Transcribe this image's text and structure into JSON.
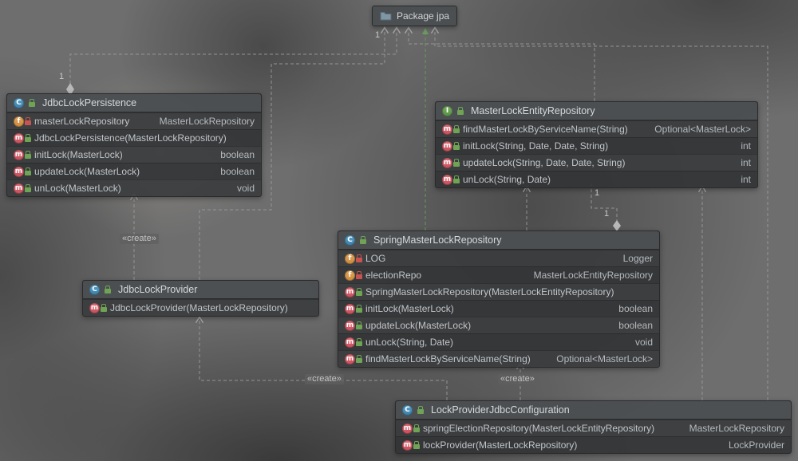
{
  "package_node": {
    "label": "Package jpa"
  },
  "edge_labels": {
    "create": "«create»",
    "one": "1"
  },
  "nodes": [
    {
      "id": "jdbc-lock-persistence",
      "kind": "class",
      "icon_letter": "C",
      "title": "JdbcLockPersistence",
      "rows": [
        {
          "member": "field",
          "visibility": "private",
          "name": "masterLockRepository",
          "type": "MasterLockRepository"
        },
        {
          "member": "constructor",
          "visibility": "public",
          "name": "JdbcLockPersistence(MasterLockRepository)",
          "type": ""
        },
        {
          "member": "method",
          "visibility": "public",
          "name": "initLock(MasterLock)",
          "type": "boolean"
        },
        {
          "member": "method",
          "visibility": "public",
          "name": "updateLock(MasterLock)",
          "type": "boolean"
        },
        {
          "member": "method",
          "visibility": "public",
          "name": "unLock(MasterLock)",
          "type": "void"
        }
      ]
    },
    {
      "id": "master-lock-entity-repository",
      "kind": "interface",
      "icon_letter": "I",
      "title": "MasterLockEntityRepository",
      "rows": [
        {
          "member": "method",
          "visibility": "public",
          "name": "findMasterLockByServiceName(String)",
          "type": "Optional<MasterLock>"
        },
        {
          "member": "method",
          "visibility": "public",
          "name": "initLock(String, Date, Date, String)",
          "type": "int"
        },
        {
          "member": "method",
          "visibility": "public",
          "name": "updateLock(String, Date, Date, String)",
          "type": "int"
        },
        {
          "member": "method",
          "visibility": "public",
          "name": "unLock(String, Date)",
          "type": "int"
        }
      ]
    },
    {
      "id": "spring-master-lock-repository",
      "kind": "class",
      "icon_letter": "C",
      "title": "SpringMasterLockRepository",
      "rows": [
        {
          "member": "field",
          "visibility": "private",
          "name": "LOG",
          "type": "Logger"
        },
        {
          "member": "field",
          "visibility": "private",
          "name": "electionRepo",
          "type": "MasterLockEntityRepository"
        },
        {
          "member": "constructor",
          "visibility": "public",
          "name": "SpringMasterLockRepository(MasterLockEntityRepository)",
          "type": ""
        },
        {
          "member": "method",
          "visibility": "public",
          "name": "initLock(MasterLock)",
          "type": "boolean"
        },
        {
          "member": "method",
          "visibility": "public",
          "name": "updateLock(MasterLock)",
          "type": "boolean"
        },
        {
          "member": "method",
          "visibility": "public",
          "name": "unLock(String, Date)",
          "type": "void"
        },
        {
          "member": "method",
          "visibility": "public",
          "name": "findMasterLockByServiceName(String)",
          "type": "Optional<MasterLock>"
        }
      ]
    },
    {
      "id": "jdbc-lock-provider",
      "kind": "class",
      "icon_letter": "C",
      "title": "JdbcLockProvider",
      "rows": [
        {
          "member": "constructor",
          "visibility": "public",
          "name": "JdbcLockProvider(MasterLockRepository)",
          "type": ""
        }
      ]
    },
    {
      "id": "lock-provider-jdbc-configuration",
      "kind": "class",
      "icon_letter": "C",
      "title": "LockProviderJdbcConfiguration",
      "rows": [
        {
          "member": "method",
          "visibility": "public",
          "name": "springElectionRepository(MasterLockEntityRepository)",
          "type": "MasterLockRepository"
        },
        {
          "member": "method",
          "visibility": "public",
          "name": "lockProvider(MasterLockRepository)",
          "type": "LockProvider"
        }
      ]
    }
  ]
}
